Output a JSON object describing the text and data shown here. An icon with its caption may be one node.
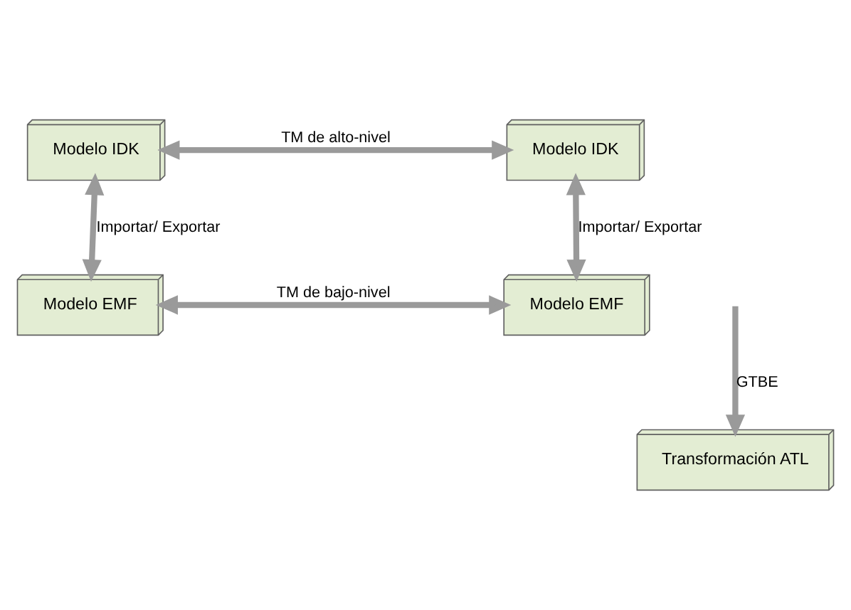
{
  "diagram": {
    "nodes": [
      {
        "text": [
          "Modelo IDK"
        ]
      },
      {
        "text": [
          "Modelo IDK"
        ]
      },
      {
        "text": [
          "Modelo EMF"
        ]
      },
      {
        "text": [
          "Modelo EMF"
        ]
      },
      {
        "text": [
          "Transformación ATL"
        ]
      }
    ],
    "edges": [
      {
        "from": 0,
        "to": 1,
        "arrow": "both",
        "label": "TM de alto-nivel"
      },
      {
        "from": 0,
        "to": 2,
        "arrow": "both",
        "label": "Importar/ Exportar"
      },
      {
        "from": 1,
        "to": 3,
        "arrow": "both",
        "label": "Importar/ Exportar"
      },
      {
        "from": 2,
        "to": 3,
        "arrow": "both",
        "label": "TM de bajo-nivel"
      },
      {
        "from": null,
        "to": 4,
        "arrow": "to",
        "label": "GTBE"
      }
    ]
  }
}
